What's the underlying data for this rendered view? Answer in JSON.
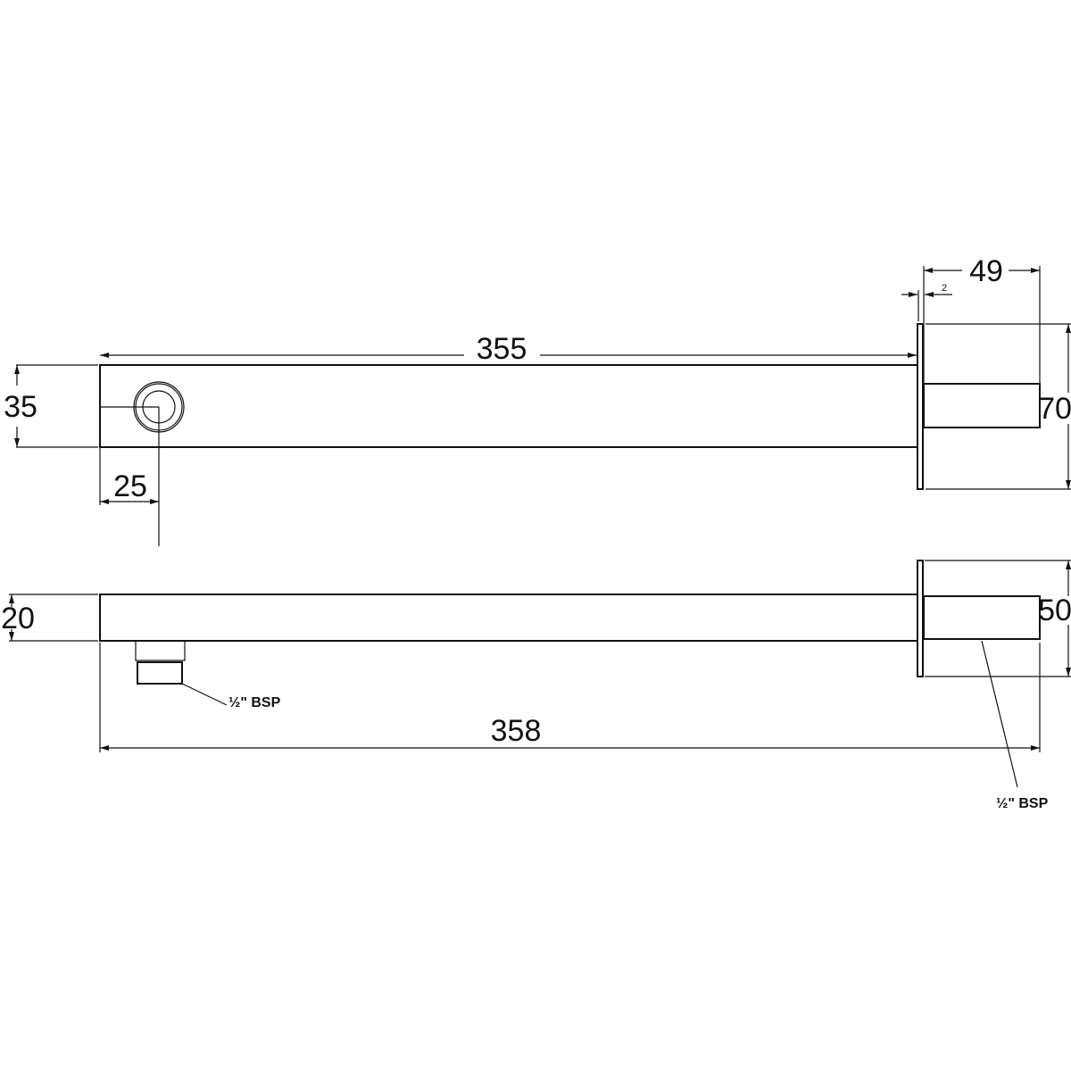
{
  "drawing": {
    "top_view": {
      "length": "355",
      "height": "35",
      "outlet_offset": "25",
      "flange_depth": "49",
      "flange_thickness": "2",
      "flange_height": "70"
    },
    "side_view": {
      "height": "20",
      "overall_length": "358",
      "flange_height": "50",
      "outlet_thread": "½\" BSP",
      "inlet_thread": "½\" BSP"
    }
  }
}
